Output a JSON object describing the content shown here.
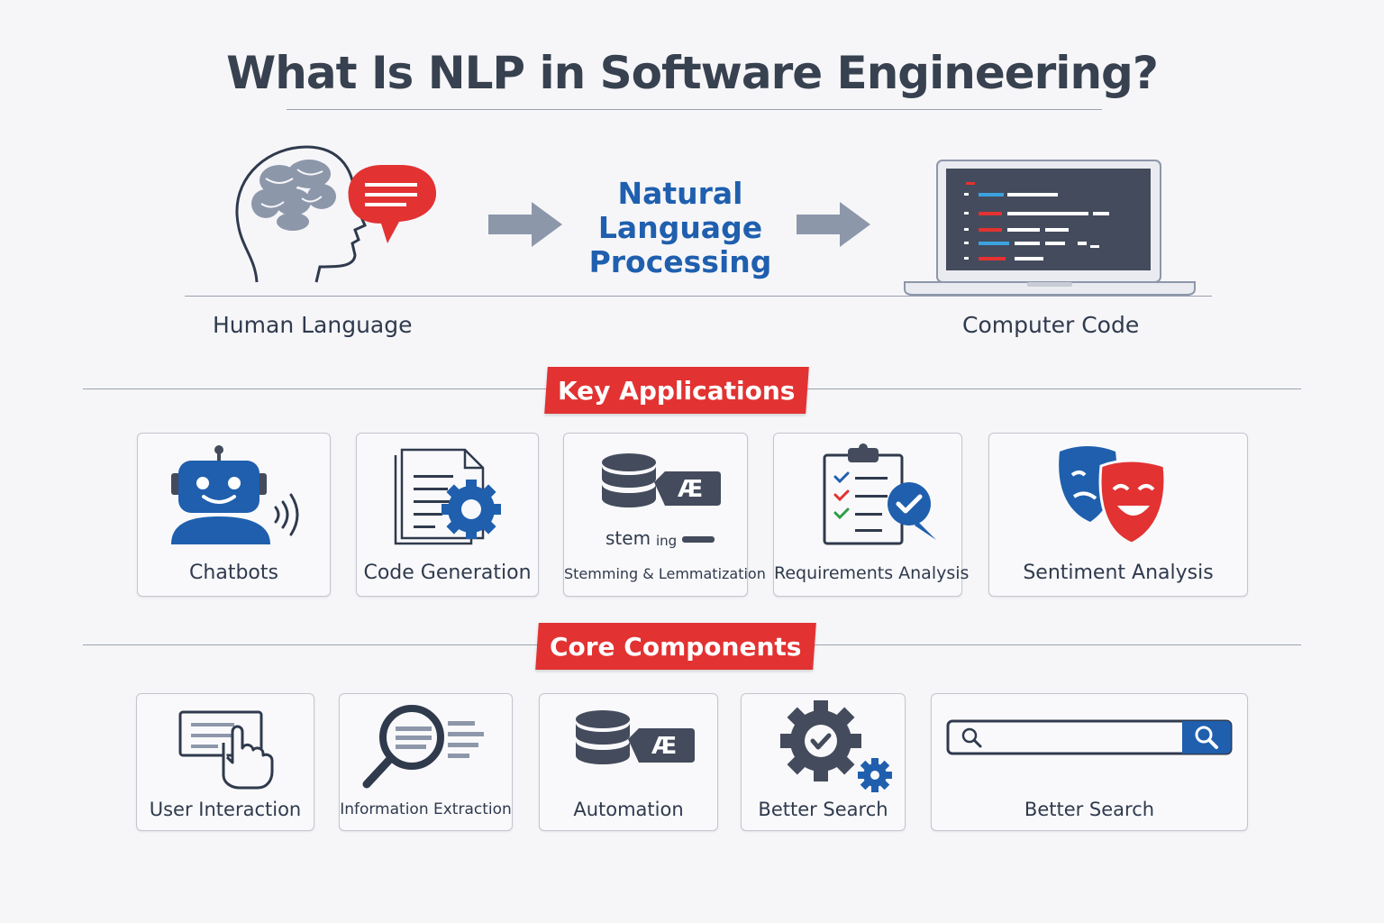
{
  "title": "What Is NLP in Software Engineering?",
  "flow": {
    "left_caption": "Human Language",
    "center_lines": [
      "Natural",
      "Language",
      "Processing"
    ],
    "right_caption": "Computer Code"
  },
  "sections": {
    "applications_banner": "Key Applications",
    "components_banner": "Core Components"
  },
  "applications": [
    {
      "label": "Chatbots",
      "icon": "robot-icon"
    },
    {
      "label": "Code Generation",
      "icon": "document-gear-icon"
    },
    {
      "label": "Stemming & Lemmatization",
      "icon": "database-stem-icon",
      "sub_a": "stem",
      "sub_b": "ing"
    },
    {
      "label": "Requirements Analysis",
      "icon": "clipboard-check-icon"
    },
    {
      "label": "Sentiment Analysis",
      "icon": "theater-masks-icon"
    }
  ],
  "components": [
    {
      "label": "User Interaction",
      "icon": "touch-screen-icon"
    },
    {
      "label": "Information Extraction",
      "icon": "magnifier-document-icon"
    },
    {
      "label": "Automation",
      "icon": "database-tag-icon"
    },
    {
      "label": "Better Search",
      "icon": "gear-check-icon"
    },
    {
      "label": "Better Search",
      "icon": "search-bar-icon"
    }
  ],
  "colors": {
    "accent_red": "#e23232",
    "brand_blue": "#1f5fae",
    "dark_slate": "#434b5c",
    "gray_blue": "#8d97aa"
  }
}
